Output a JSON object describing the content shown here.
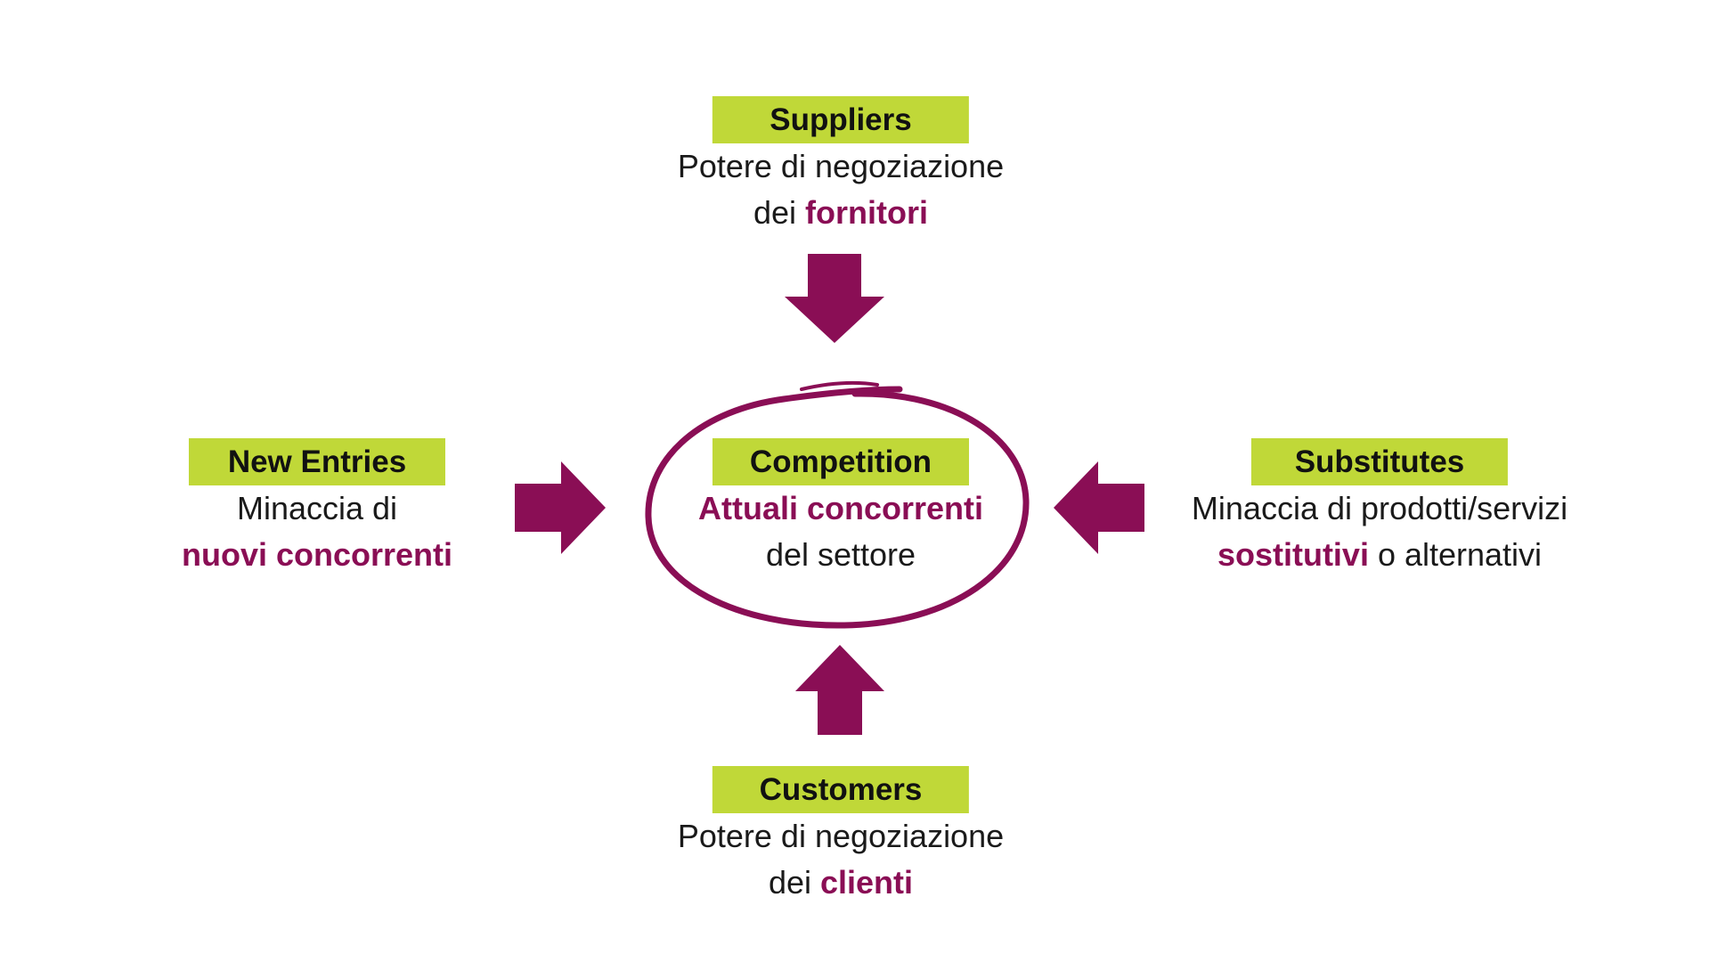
{
  "colors": {
    "label_background": "#c0d838",
    "accent": "#8a0e55",
    "text": "#1a1a1a"
  },
  "suppliers": {
    "label": "Suppliers",
    "line1": "Potere di negoziazione",
    "line2_prefix": "dei ",
    "line2_emphasis": "fornitori"
  },
  "new_entries": {
    "label": "New Entries",
    "line1": "Minaccia di",
    "line2_emphasis": "nuovi concorrenti"
  },
  "competition": {
    "label": "Competition",
    "line1_emphasis": "Attuali concorrenti",
    "line2": "del settore"
  },
  "substitutes": {
    "label": "Substitutes",
    "line1": "Minaccia di prodotti/servizi",
    "line2_emphasis": "sostitutivi",
    "line2_suffix": " o alternativi"
  },
  "customers": {
    "label": "Customers",
    "line1": "Potere di negoziazione",
    "line2_prefix": "dei ",
    "line2_emphasis": "clienti"
  },
  "arrows": [
    {
      "id": "arrow-from-suppliers",
      "direction": "down"
    },
    {
      "id": "arrow-from-new-entries",
      "direction": "right"
    },
    {
      "id": "arrow-from-substitutes",
      "direction": "left"
    },
    {
      "id": "arrow-from-customers",
      "direction": "up"
    }
  ]
}
